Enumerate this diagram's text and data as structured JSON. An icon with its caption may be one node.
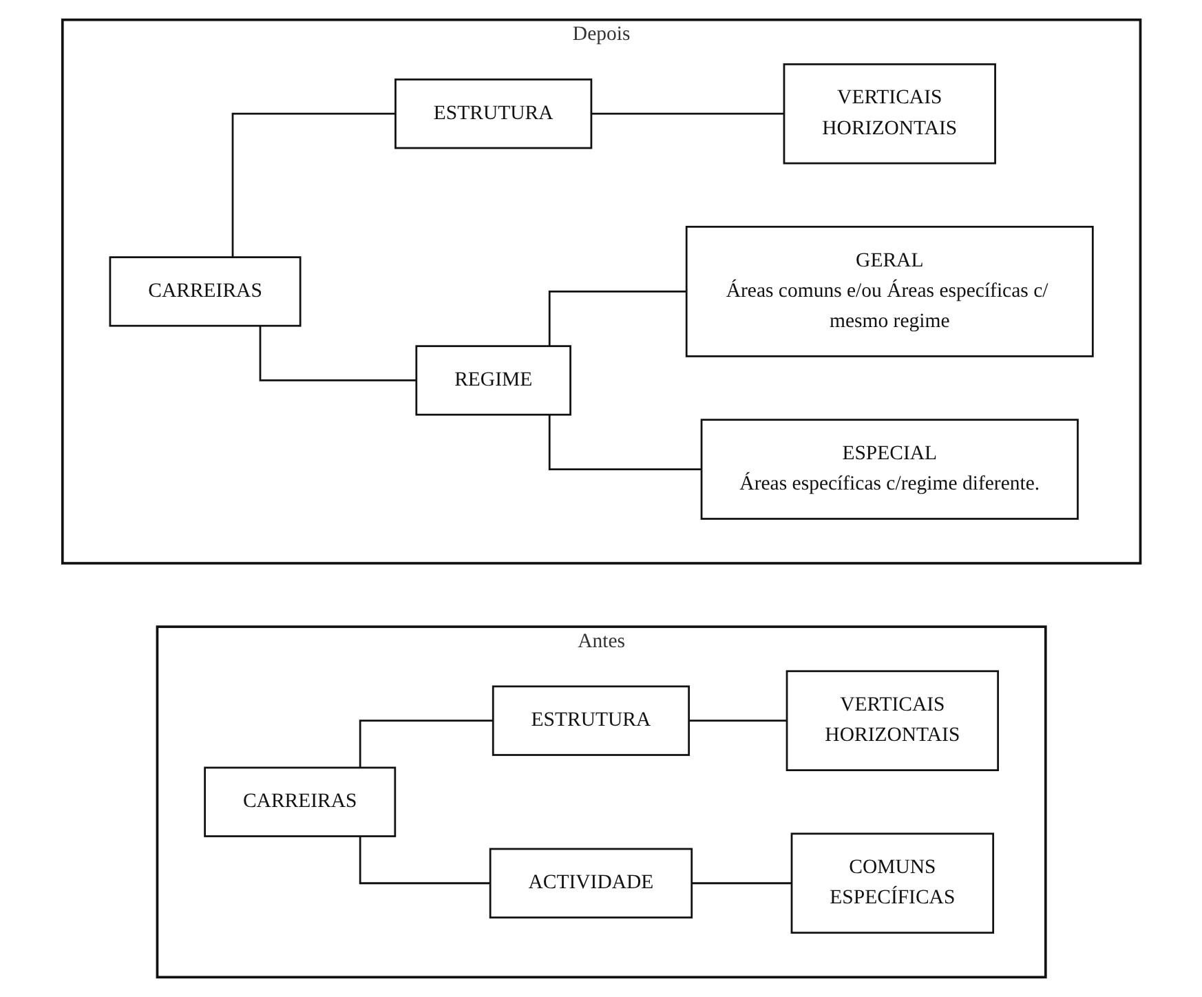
{
  "diagram": {
    "nodes": [
      {
        "text": [
          "Antes"
        ]
      },
      {
        "text": [
          "CARREIRAS"
        ],
        "in": 0
      },
      {
        "text": [
          "ESTRUTURA"
        ],
        "in": 0
      },
      {
        "text": [
          "ACTIVIDADE"
        ],
        "in": 0
      },
      {
        "text": [
          "VERTICAIS",
          "HORIZONTAIS"
        ],
        "in": 0
      },
      {
        "text": [
          "COMUNS",
          "ESPECÍFICAS"
        ],
        "in": 0
      },
      {
        "text": [
          "Depois"
        ]
      },
      {
        "text": [
          "CARREIRAS"
        ],
        "in": 6
      },
      {
        "text": [
          "ESTRUTURA"
        ],
        "in": 6
      },
      {
        "text": [
          "REGIME"
        ],
        "in": 6
      },
      {
        "text": [
          "VERTICAIS",
          "HORIZONTAIS"
        ],
        "in": 6
      },
      {
        "text": [
          "GERAL",
          "Áreas comuns e/ou Áreas específicas c/ mesmo regime"
        ],
        "in": 6
      },
      {
        "text": [
          "ESPECIAL",
          "Áreas específicas c/regime diferente."
        ],
        "in": 6
      }
    ],
    "edges": [
      {
        "from": 1,
        "to": 2,
        "arrow": "none"
      },
      {
        "from": 1,
        "to": 3,
        "arrow": "none"
      },
      {
        "from": 2,
        "to": 4,
        "arrow": "none"
      },
      {
        "from": 3,
        "to": 5,
        "arrow": "none"
      },
      {
        "from": 7,
        "to": 8,
        "arrow": "none"
      },
      {
        "from": 7,
        "to": 9,
        "arrow": "none"
      },
      {
        "from": 8,
        "to": 10,
        "arrow": "none"
      },
      {
        "from": 9,
        "to": 11,
        "arrow": "none"
      },
      {
        "from": 9,
        "to": 12,
        "arrow": "none"
      }
    ]
  }
}
